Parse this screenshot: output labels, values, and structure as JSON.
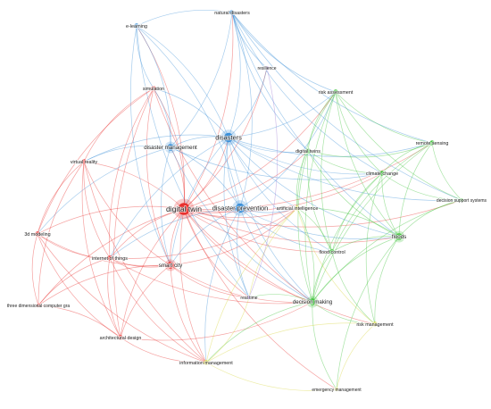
{
  "network": {
    "clusters": [
      {
        "id": "red",
        "color": "#e8312f"
      },
      {
        "id": "blue",
        "color": "#3a8fd8"
      },
      {
        "id": "green",
        "color": "#3fc33a"
      },
      {
        "id": "yellow",
        "color": "#d6d43a"
      },
      {
        "id": "purple",
        "color": "#9a76d0"
      }
    ],
    "nodes": [
      {
        "id": "digital-twin",
        "label": "digital twin",
        "cluster": "red",
        "weight": 5
      },
      {
        "id": "disasters",
        "label": "disasters",
        "cluster": "blue",
        "weight": 4
      },
      {
        "id": "disaster-prevention",
        "label": "disaster prevention",
        "cluster": "blue",
        "weight": 4
      },
      {
        "id": "disaster-management",
        "label": "disaster management",
        "cluster": "blue",
        "weight": 3
      },
      {
        "id": "natural-disasters",
        "label": "natural disasters",
        "cluster": "blue",
        "weight": 2
      },
      {
        "id": "e-learning",
        "label": "e-learning",
        "cluster": "blue",
        "weight": 2
      },
      {
        "id": "resilience",
        "label": "resilience",
        "cluster": "purple",
        "weight": 1
      },
      {
        "id": "simulation",
        "label": "simulation",
        "cluster": "red",
        "weight": 2
      },
      {
        "id": "virtual-reality",
        "label": "virtual reality",
        "cluster": "red",
        "weight": 2
      },
      {
        "id": "3d-modeling",
        "label": "3d modeling",
        "cluster": "red",
        "weight": 2
      },
      {
        "id": "internet-of-things",
        "label": "internet of things",
        "cluster": "red",
        "weight": 2
      },
      {
        "id": "smart-city",
        "label": "smart city",
        "cluster": "red",
        "weight": 3
      },
      {
        "id": "three-dimensional-computer-gra",
        "label": "three dimensional computer gra",
        "cluster": "red",
        "weight": 1
      },
      {
        "id": "architectural-design",
        "label": "architectural design",
        "cluster": "red",
        "weight": 2
      },
      {
        "id": "risk-assessment",
        "label": "risk assessment",
        "cluster": "green",
        "weight": 2
      },
      {
        "id": "digital-twins",
        "label": "digital twins",
        "cluster": "green",
        "weight": 2
      },
      {
        "id": "remote-sensing",
        "label": "remote sensing",
        "cluster": "green",
        "weight": 2
      },
      {
        "id": "climate-change",
        "label": "climate change",
        "cluster": "green",
        "weight": 2
      },
      {
        "id": "decision-support-systems",
        "label": "decision support systems",
        "cluster": "green",
        "weight": 1
      },
      {
        "id": "floods",
        "label": "floods",
        "cluster": "green",
        "weight": 3
      },
      {
        "id": "flood-control",
        "label": "flood control",
        "cluster": "green",
        "weight": 2
      },
      {
        "id": "decision-making",
        "label": "decision making",
        "cluster": "green",
        "weight": 3
      },
      {
        "id": "artificial-intelligence",
        "label": "artificial intelligence",
        "cluster": "yellow",
        "weight": 2
      },
      {
        "id": "real-time",
        "label": "real time",
        "cluster": "purple",
        "weight": 1
      },
      {
        "id": "risk-management",
        "label": "risk management",
        "cluster": "yellow",
        "weight": 2
      },
      {
        "id": "information-management",
        "label": "information management",
        "cluster": "yellow",
        "weight": 2
      },
      {
        "id": "emergency-management",
        "label": "emergency management",
        "cluster": "yellow",
        "weight": 1
      }
    ],
    "edges": [
      [
        "digital-twin",
        "disasters"
      ],
      [
        "digital-twin",
        "disaster-prevention"
      ],
      [
        "digital-twin",
        "disaster-management"
      ],
      [
        "digital-twin",
        "natural-disasters"
      ],
      [
        "digital-twin",
        "e-learning"
      ],
      [
        "digital-twin",
        "simulation"
      ],
      [
        "digital-twin",
        "virtual-reality"
      ],
      [
        "digital-twin",
        "3d-modeling"
      ],
      [
        "digital-twin",
        "internet-of-things"
      ],
      [
        "digital-twin",
        "smart-city"
      ],
      [
        "digital-twin",
        "three-dimensional-computer-gra"
      ],
      [
        "digital-twin",
        "architectural-design"
      ],
      [
        "digital-twin",
        "risk-assessment"
      ],
      [
        "digital-twin",
        "digital-twins"
      ],
      [
        "digital-twin",
        "remote-sensing"
      ],
      [
        "digital-twin",
        "climate-change"
      ],
      [
        "digital-twin",
        "floods"
      ],
      [
        "digital-twin",
        "flood-control"
      ],
      [
        "digital-twin",
        "decision-making"
      ],
      [
        "digital-twin",
        "artificial-intelligence"
      ],
      [
        "digital-twin",
        "real-time"
      ],
      [
        "digital-twin",
        "risk-management"
      ],
      [
        "digital-twin",
        "information-management"
      ],
      [
        "digital-twin",
        "emergency-management"
      ],
      [
        "digital-twin",
        "resilience"
      ],
      [
        "digital-twin",
        "decision-support-systems"
      ],
      [
        "disasters",
        "disaster-prevention"
      ],
      [
        "disasters",
        "disaster-management"
      ],
      [
        "disasters",
        "natural-disasters"
      ],
      [
        "disasters",
        "e-learning"
      ],
      [
        "disasters",
        "resilience"
      ],
      [
        "disasters",
        "risk-assessment"
      ],
      [
        "disasters",
        "digital-twins"
      ],
      [
        "disasters",
        "remote-sensing"
      ],
      [
        "disasters",
        "climate-change"
      ],
      [
        "disasters",
        "floods"
      ],
      [
        "disasters",
        "decision-making"
      ],
      [
        "disasters",
        "smart-city"
      ],
      [
        "disasters",
        "simulation"
      ],
      [
        "disasters",
        "virtual-reality"
      ],
      [
        "disasters",
        "artificial-intelligence"
      ],
      [
        "disasters",
        "decision-support-systems"
      ],
      [
        "disasters",
        "flood-control"
      ],
      [
        "disasters",
        "internet-of-things"
      ],
      [
        "disasters",
        "real-time"
      ],
      [
        "disaster-prevention",
        "disaster-management"
      ],
      [
        "disaster-prevention",
        "natural-disasters"
      ],
      [
        "disaster-prevention",
        "artificial-intelligence"
      ],
      [
        "disaster-prevention",
        "floods"
      ],
      [
        "disaster-prevention",
        "decision-making"
      ],
      [
        "disaster-prevention",
        "smart-city"
      ],
      [
        "disaster-prevention",
        "real-time"
      ],
      [
        "disaster-prevention",
        "information-management"
      ],
      [
        "disaster-prevention",
        "e-learning"
      ],
      [
        "disaster-prevention",
        "risk-assessment"
      ],
      [
        "disaster-prevention",
        "internet-of-things"
      ],
      [
        "disaster-prevention",
        "flood-control"
      ],
      [
        "disaster-management",
        "simulation"
      ],
      [
        "disaster-management",
        "virtual-reality"
      ],
      [
        "disaster-management",
        "natural-disasters"
      ],
      [
        "disaster-management",
        "e-learning"
      ],
      [
        "disaster-management",
        "smart-city"
      ],
      [
        "disaster-management",
        "3d-modeling"
      ],
      [
        "disaster-management",
        "decision-making"
      ],
      [
        "disaster-management",
        "climate-change"
      ],
      [
        "natural-disasters",
        "e-learning"
      ],
      [
        "natural-disasters",
        "resilience"
      ],
      [
        "natural-disasters",
        "risk-assessment"
      ],
      [
        "natural-disasters",
        "floods"
      ],
      [
        "natural-disasters",
        "remote-sensing"
      ],
      [
        "natural-disasters",
        "climate-change"
      ],
      [
        "natural-disasters",
        "digital-twins"
      ],
      [
        "natural-disasters",
        "decision-support-systems"
      ],
      [
        "e-learning",
        "simulation"
      ],
      [
        "e-learning",
        "smart-city"
      ],
      [
        "e-learning",
        "real-time"
      ],
      [
        "simulation",
        "virtual-reality"
      ],
      [
        "simulation",
        "3d-modeling"
      ],
      [
        "simulation",
        "internet-of-things"
      ],
      [
        "simulation",
        "smart-city"
      ],
      [
        "simulation",
        "architectural-design"
      ],
      [
        "simulation",
        "decision-making"
      ],
      [
        "virtual-reality",
        "3d-modeling"
      ],
      [
        "virtual-reality",
        "three-dimensional-computer-gra"
      ],
      [
        "virtual-reality",
        "architectural-design"
      ],
      [
        "virtual-reality",
        "internet-of-things"
      ],
      [
        "virtual-reality",
        "smart-city"
      ],
      [
        "virtual-reality",
        "information-management"
      ],
      [
        "3d-modeling",
        "three-dimensional-computer-gra"
      ],
      [
        "3d-modeling",
        "architectural-design"
      ],
      [
        "3d-modeling",
        "internet-of-things"
      ],
      [
        "3d-modeling",
        "smart-city"
      ],
      [
        "3d-modeling",
        "information-management"
      ],
      [
        "internet-of-things",
        "smart-city"
      ],
      [
        "internet-of-things",
        "architectural-design"
      ],
      [
        "internet-of-things",
        "three-dimensional-computer-gra"
      ],
      [
        "internet-of-things",
        "decision-making"
      ],
      [
        "internet-of-things",
        "artificial-intelligence"
      ],
      [
        "internet-of-things",
        "information-management"
      ],
      [
        "smart-city",
        "architectural-design"
      ],
      [
        "smart-city",
        "decision-making"
      ],
      [
        "smart-city",
        "information-management"
      ],
      [
        "smart-city",
        "artificial-intelligence"
      ],
      [
        "smart-city",
        "real-time"
      ],
      [
        "smart-city",
        "three-dimensional-computer-gra"
      ],
      [
        "architectural-design",
        "information-management"
      ],
      [
        "architectural-design",
        "three-dimensional-computer-gra"
      ],
      [
        "architectural-design",
        "decision-making"
      ],
      [
        "risk-assessment",
        "digital-twins"
      ],
      [
        "risk-assessment",
        "remote-sensing"
      ],
      [
        "risk-assessment",
        "climate-change"
      ],
      [
        "risk-assessment",
        "floods"
      ],
      [
        "risk-assessment",
        "flood-control"
      ],
      [
        "risk-assessment",
        "decision-making"
      ],
      [
        "risk-assessment",
        "decision-support-systems"
      ],
      [
        "risk-assessment",
        "artificial-intelligence"
      ],
      [
        "digital-twins",
        "climate-change"
      ],
      [
        "digital-twins",
        "floods"
      ],
      [
        "digital-twins",
        "flood-control"
      ],
      [
        "digital-twins",
        "decision-making"
      ],
      [
        "digital-twins",
        "remote-sensing"
      ],
      [
        "digital-twins",
        "artificial-intelligence"
      ],
      [
        "remote-sensing",
        "climate-change"
      ],
      [
        "remote-sensing",
        "floods"
      ],
      [
        "remote-sensing",
        "decision-support-systems"
      ],
      [
        "remote-sensing",
        "flood-control"
      ],
      [
        "remote-sensing",
        "decision-making"
      ],
      [
        "climate-change",
        "floods"
      ],
      [
        "climate-change",
        "decision-support-systems"
      ],
      [
        "climate-change",
        "flood-control"
      ],
      [
        "climate-change",
        "decision-making"
      ],
      [
        "climate-change",
        "risk-management"
      ],
      [
        "decision-support-systems",
        "floods"
      ],
      [
        "decision-support-systems",
        "decision-making"
      ],
      [
        "floods",
        "flood-control"
      ],
      [
        "floods",
        "decision-making"
      ],
      [
        "floods",
        "risk-management"
      ],
      [
        "floods",
        "emergency-management"
      ],
      [
        "floods",
        "artificial-intelligence"
      ],
      [
        "flood-control",
        "decision-making"
      ],
      [
        "flood-control",
        "artificial-intelligence"
      ],
      [
        "flood-control",
        "risk-management"
      ],
      [
        "decision-making",
        "artificial-intelligence"
      ],
      [
        "decision-making",
        "real-time"
      ],
      [
        "decision-making",
        "risk-management"
      ],
      [
        "decision-making",
        "information-management"
      ],
      [
        "decision-making",
        "emergency-management"
      ],
      [
        "artificial-intelligence",
        "real-time"
      ],
      [
        "artificial-intelligence",
        "information-management"
      ],
      [
        "artificial-intelligence",
        "risk-management"
      ],
      [
        "risk-management",
        "information-management"
      ],
      [
        "risk-management",
        "emergency-management"
      ],
      [
        "information-management",
        "emergency-management"
      ],
      [
        "information-management",
        "real-time"
      ],
      [
        "real-time",
        "resilience"
      ]
    ]
  }
}
